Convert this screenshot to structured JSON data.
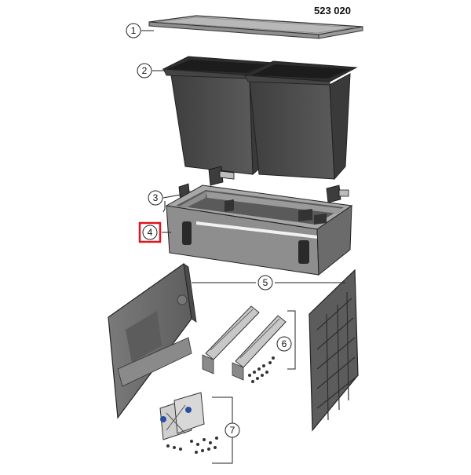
{
  "header": {
    "part_number": "523 020"
  },
  "callouts": [
    {
      "id": "1",
      "label": "1"
    },
    {
      "id": "2",
      "label": "2"
    },
    {
      "id": "3",
      "label": "3"
    },
    {
      "id": "4",
      "label": "4",
      "highlighted": true
    },
    {
      "id": "5",
      "label": "5"
    },
    {
      "id": "6",
      "label": "6"
    },
    {
      "id": "7",
      "label": "7"
    }
  ],
  "colors": {
    "lid": "#b0b0b0",
    "bin": "#505050",
    "frame": "#8a8a8a",
    "panel": "#6e6e6e",
    "highlight": "#e0141e"
  }
}
